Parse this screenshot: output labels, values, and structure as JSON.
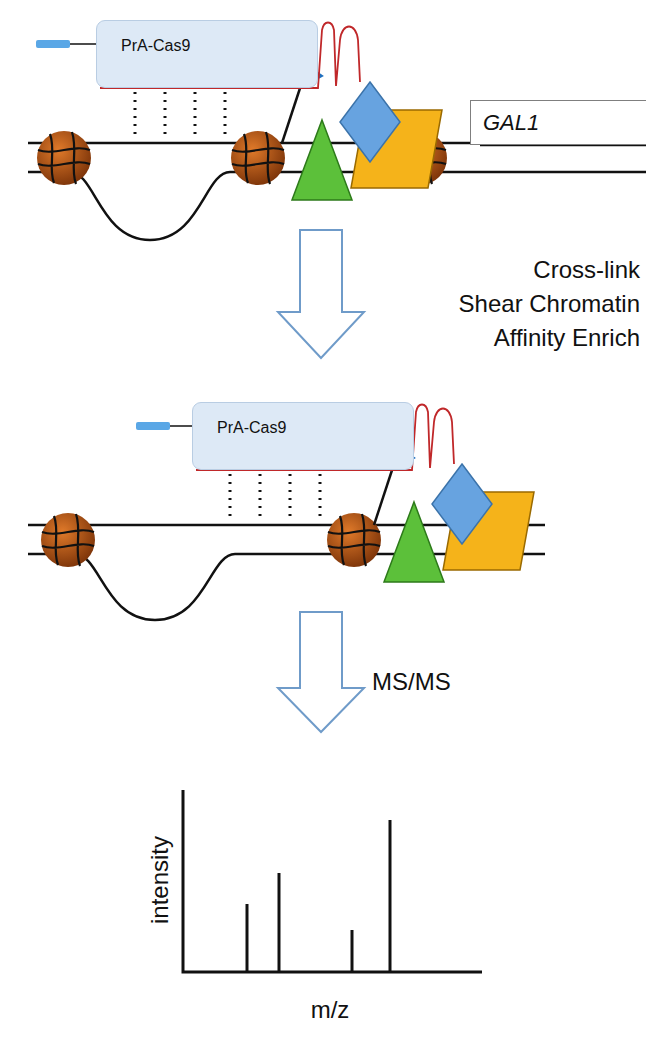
{
  "diagram": {
    "nodes": [
      {
        "text": [
          "PrA-Cas9"
        ]
      },
      {
        "text": [
          "GAL1"
        ]
      },
      {
        "text": [
          "PrA-Cas9"
        ]
      }
    ],
    "labels": [
      "Cross-link",
      "Shear Chromatin",
      "Affinity Enrich",
      "MS/MS",
      "intensity",
      "m/z"
    ]
  }
}
